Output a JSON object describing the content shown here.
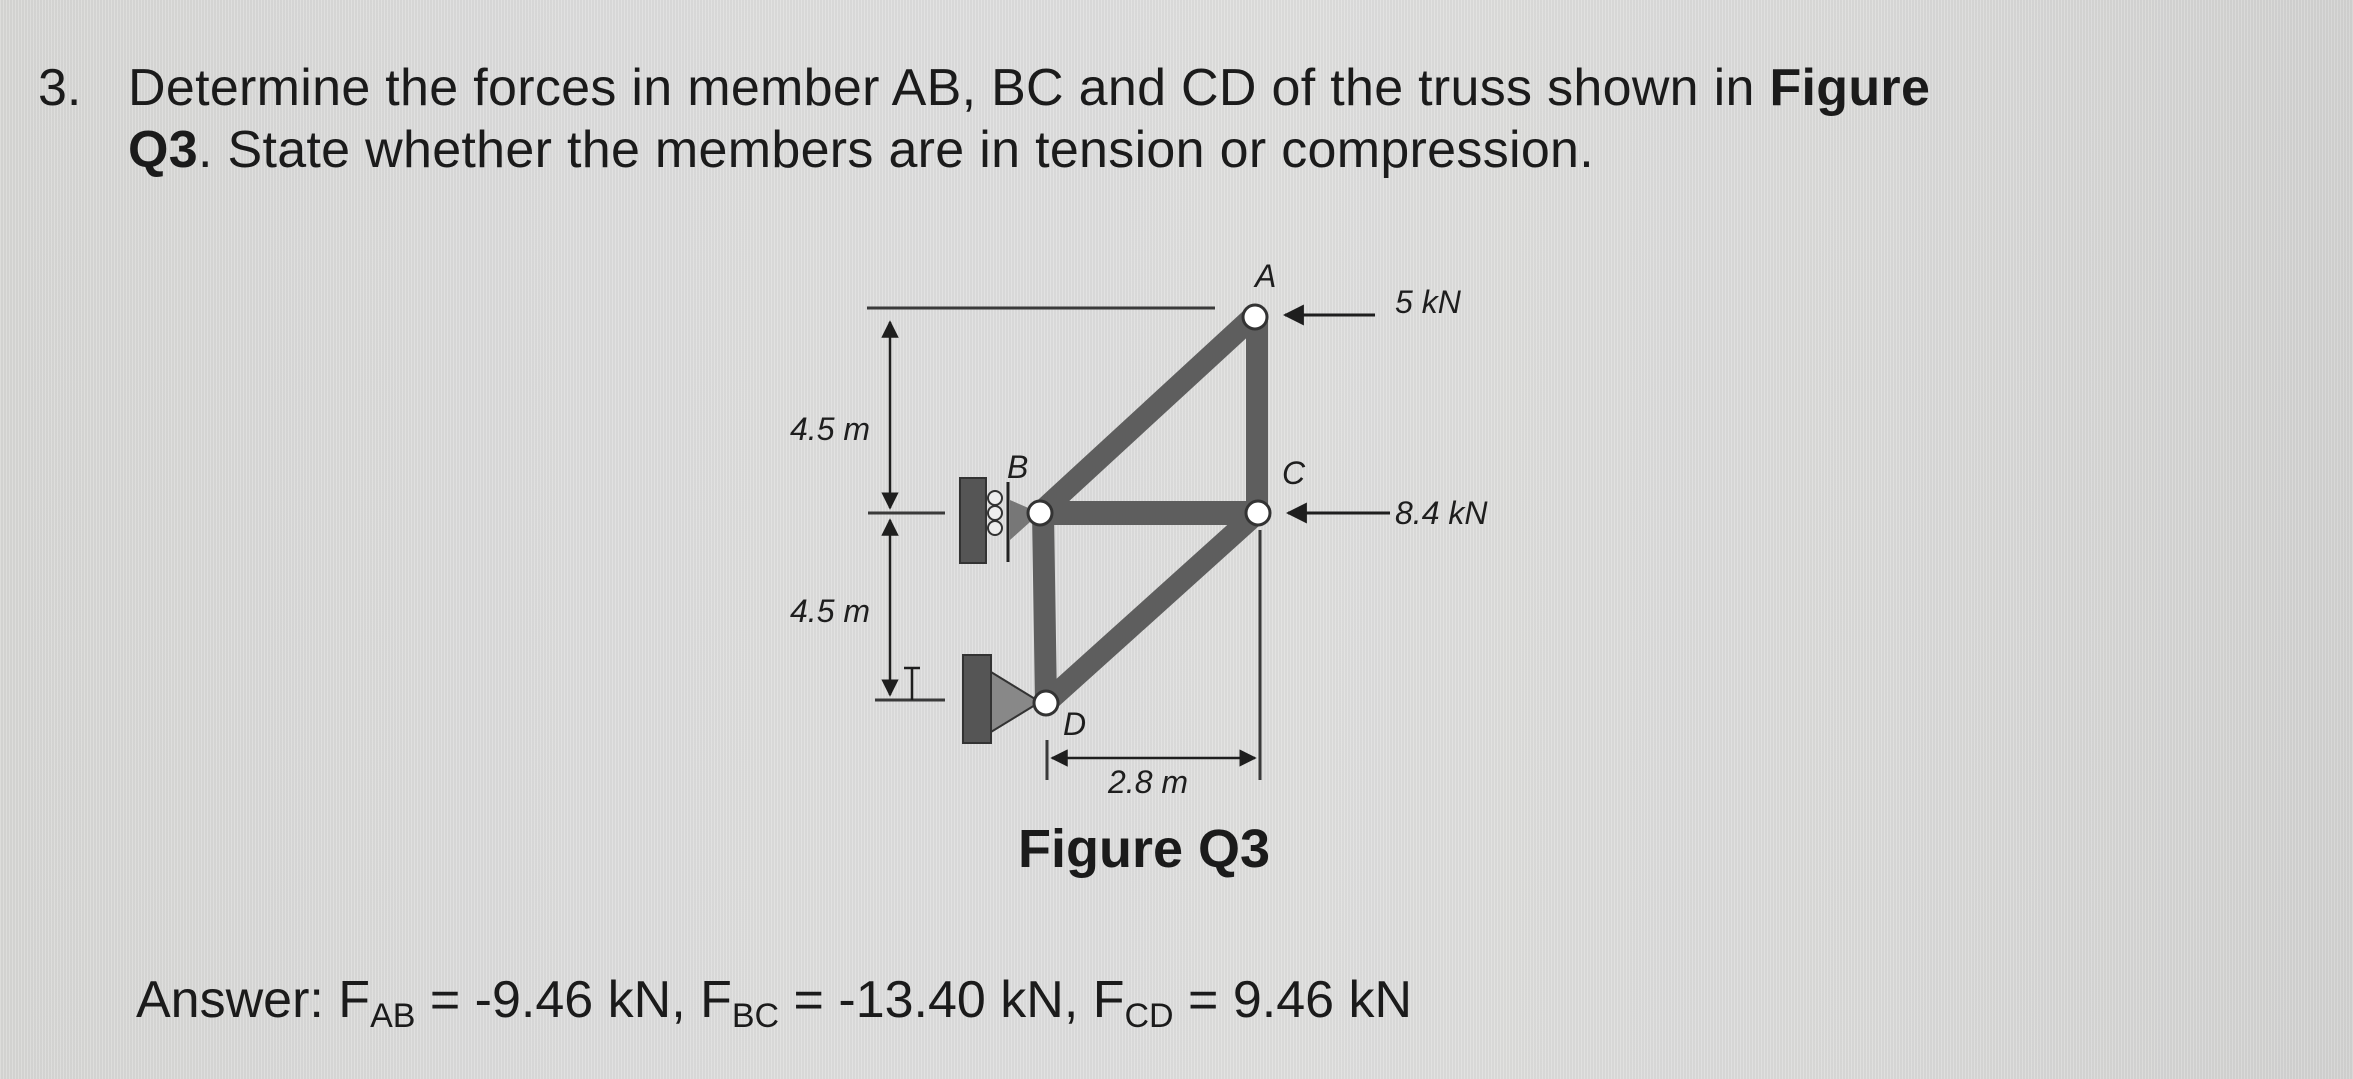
{
  "question": {
    "number": "3.",
    "line1_text": "Determine the forces in member AB, BC and CD of the truss shown in ",
    "line1_bold": "Figure",
    "line2_bold": "Q3",
    "line2_text": ". State whether the members are in tension or compression."
  },
  "figure": {
    "caption": "Figure Q3",
    "nodes": {
      "A": "A",
      "B": "B",
      "C": "C",
      "D": "D"
    },
    "loads": [
      {
        "node": "A",
        "label": "5 kN"
      },
      {
        "node": "C",
        "label": "8.4 kN"
      }
    ],
    "dimensions": {
      "upper_height": "4.5 m",
      "lower_height": "4.5 m",
      "width": "2.8 m"
    },
    "colors": {
      "member": "#5e5e5e",
      "support": "#555555",
      "line": "#2a2a2a",
      "node_fill": "#ffffff"
    }
  },
  "answer": {
    "prefix": "Answer: ",
    "items": [
      {
        "symbol": "F",
        "sub": "AB",
        "value": " = -9.46 kN, "
      },
      {
        "symbol": "F",
        "sub": "BC",
        "value": " = -13.40 kN, "
      },
      {
        "symbol": "F",
        "sub": "CD",
        "value": " = 9.46 kN"
      }
    ]
  }
}
